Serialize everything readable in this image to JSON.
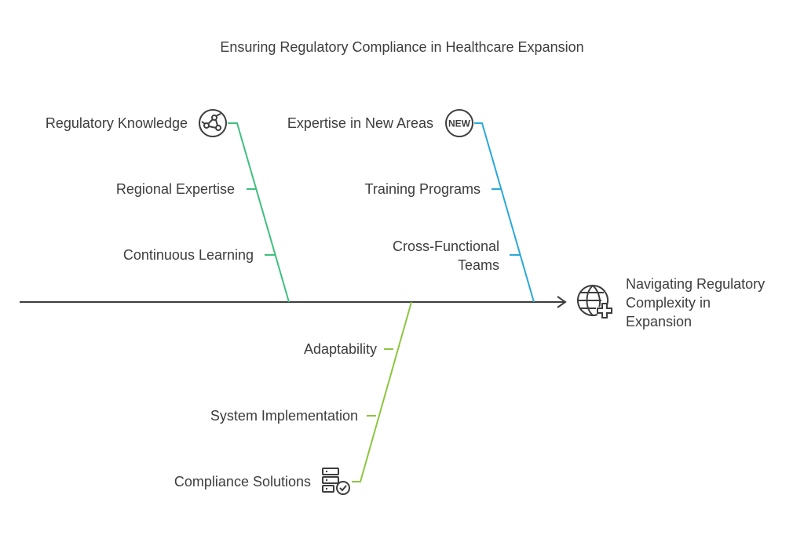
{
  "title": "Ensuring Regulatory Compliance in Healthcare Expansion",
  "outcome": {
    "lines": [
      "Navigating Regulatory",
      "Complexity in",
      "Expansion"
    ],
    "icon": "globe-plus-icon"
  },
  "branches": [
    {
      "id": "knowledge",
      "color": "#3fbf7f",
      "items": [
        {
          "label": "Regulatory Knowledge",
          "icon": "network-icon"
        },
        {
          "label": "Regional Expertise"
        },
        {
          "label": "Continuous Learning"
        }
      ]
    },
    {
      "id": "expertise",
      "color": "#29a8d9",
      "items": [
        {
          "label": "Expertise in New Areas",
          "icon": "new-badge-icon",
          "icon_text": "NEW"
        },
        {
          "label": "Training Programs"
        },
        {
          "label_lines": [
            "Cross-Functional",
            "Teams"
          ]
        }
      ]
    },
    {
      "id": "adaptability",
      "color": "#8cc63f",
      "items": [
        {
          "label": "Adaptability"
        },
        {
          "label": "System Implementation"
        },
        {
          "label": "Compliance Solutions",
          "icon": "server-check-icon"
        }
      ]
    }
  ],
  "spine_color": "#3d3d3d"
}
